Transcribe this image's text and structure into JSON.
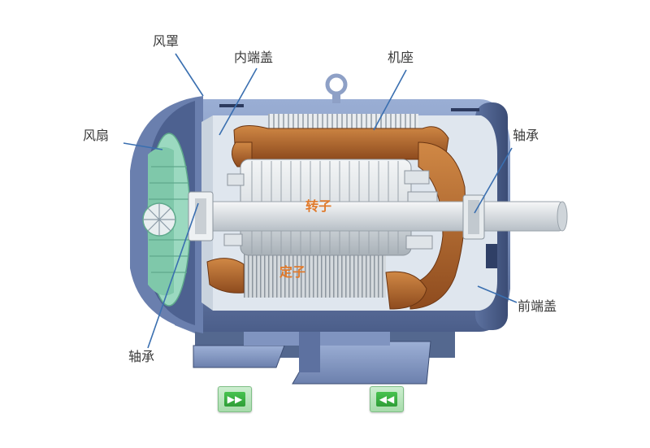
{
  "labels": {
    "fan_cover": "风罩",
    "inner_end_cover": "内端盖",
    "frame": "机座",
    "fan": "风扇",
    "bearing_right": "轴承",
    "rotor": "转子",
    "stator": "定子",
    "front_end_cover": "前端盖",
    "bearing_left": "轴承"
  },
  "nav": {
    "forward_icon": "double-right-arrow",
    "forward_glyph": "▶▶",
    "back_icon": "double-left-arrow",
    "back_glyph": "◀◀"
  },
  "colors": {
    "label_text": "#3a3a3a",
    "inner_label": "#e07a2c",
    "casing": "#7f93bd",
    "casing_dark": "#4a5c86",
    "copper": "#b0622a",
    "rotor": "#dfe3e6",
    "fan": "#8fd4b8",
    "button_green": "#3fb448"
  }
}
